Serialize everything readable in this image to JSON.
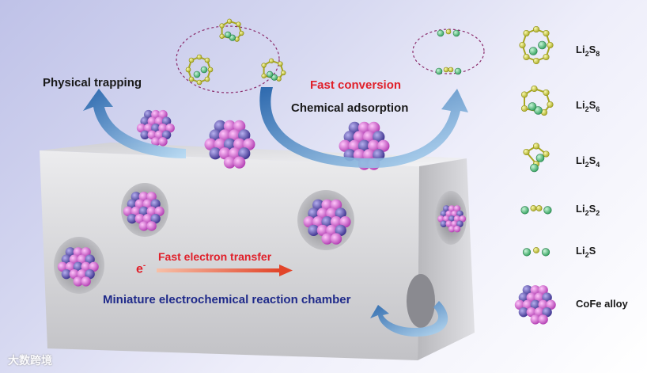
{
  "labels": {
    "physical_trapping": "Physical trapping",
    "fast_conversion": "Fast conversion",
    "chemical_adsorption": "Chemical adsorption",
    "electron_symbol": "e",
    "electron_superscript": "-",
    "fast_electron_transfer": "Fast electron transfer",
    "reaction_chamber": "Miniature electrochemical reaction chamber"
  },
  "legend": [
    {
      "id": "li2s8",
      "prefix": "Li",
      "sub1": "2",
      "mid": "S",
      "sub2": "8",
      "icon": "li2s8-molecule-icon"
    },
    {
      "id": "li2s6",
      "prefix": "Li",
      "sub1": "2",
      "mid": "S",
      "sub2": "6",
      "icon": "li2s6-molecule-icon"
    },
    {
      "id": "li2s4",
      "prefix": "Li",
      "sub1": "2",
      "mid": "S",
      "sub2": "4",
      "icon": "li2s4-molecule-icon"
    },
    {
      "id": "li2s2",
      "prefix": "Li",
      "sub1": "2",
      "mid": "S",
      "sub2": "2",
      "icon": "li2s2-molecule-icon"
    },
    {
      "id": "li2s",
      "prefix": "Li",
      "sub1": "2",
      "mid": "S",
      "sub2": "",
      "icon": "li2s-molecule-icon"
    },
    {
      "id": "cofe",
      "text": "CoFe alloy",
      "icon": "cofe-alloy-cluster-icon"
    }
  ],
  "watermark": "大数跨境",
  "colors": {
    "sulfur": "#c8c83a",
    "lithium": "#4fb878",
    "cobalt": "#d35ccf",
    "iron": "#5a4fae",
    "arrow_blue": "#3f87c6",
    "red_text": "#e0202a",
    "navy_text": "#1f2a8a",
    "block_face": "#d5d5d7"
  }
}
